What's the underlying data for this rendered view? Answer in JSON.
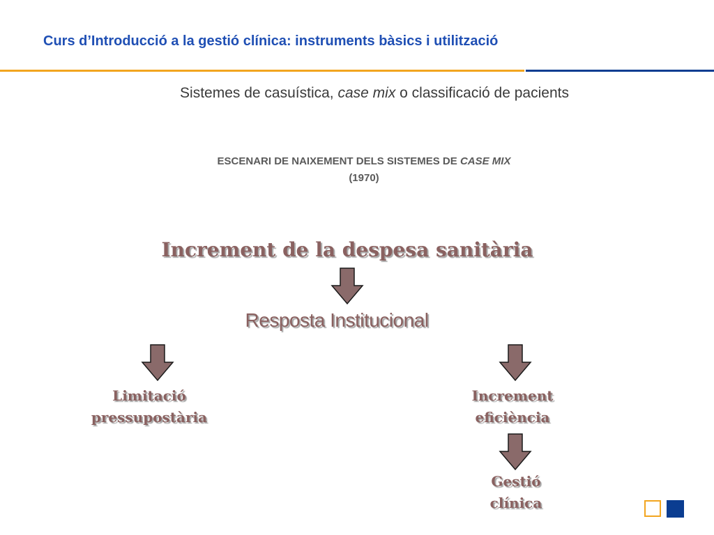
{
  "header": {
    "course_title": "Curs d’Introducció a la gestió clínica: instruments bàsics i utilització"
  },
  "subtitle": {
    "before": "Sistemes de casuística, ",
    "italic": "case mix",
    "after": " o classificació de pacients"
  },
  "scenario": {
    "line1_prefix": "ESCENARI DE NAIXEMENT DELS SISTEMES DE ",
    "line1_italic": "CASE MIX",
    "line2": "(1970)"
  },
  "diagram": {
    "top_node": "Increment de la despesa sanitària",
    "middle_node": "Resposta Institucional",
    "left_node_line1": "Limitació",
    "left_node_line2": "pressupostària",
    "right_node_line1": "Increment",
    "right_node_line2": "eficiència",
    "bottom_node_line1": "Gestió",
    "bottom_node_line2": "clínica"
  },
  "colors": {
    "title_blue": "#1f4fb4",
    "rule_orange": "#f2a51f",
    "rule_blue": "#0b3d91",
    "node_text": "#8a6160",
    "arrow_fill": "#8a6a6a"
  },
  "icons": {
    "arrow": "down-arrow-icon",
    "corner_outline": "square-outline-icon",
    "corner_filled": "square-filled-icon"
  }
}
